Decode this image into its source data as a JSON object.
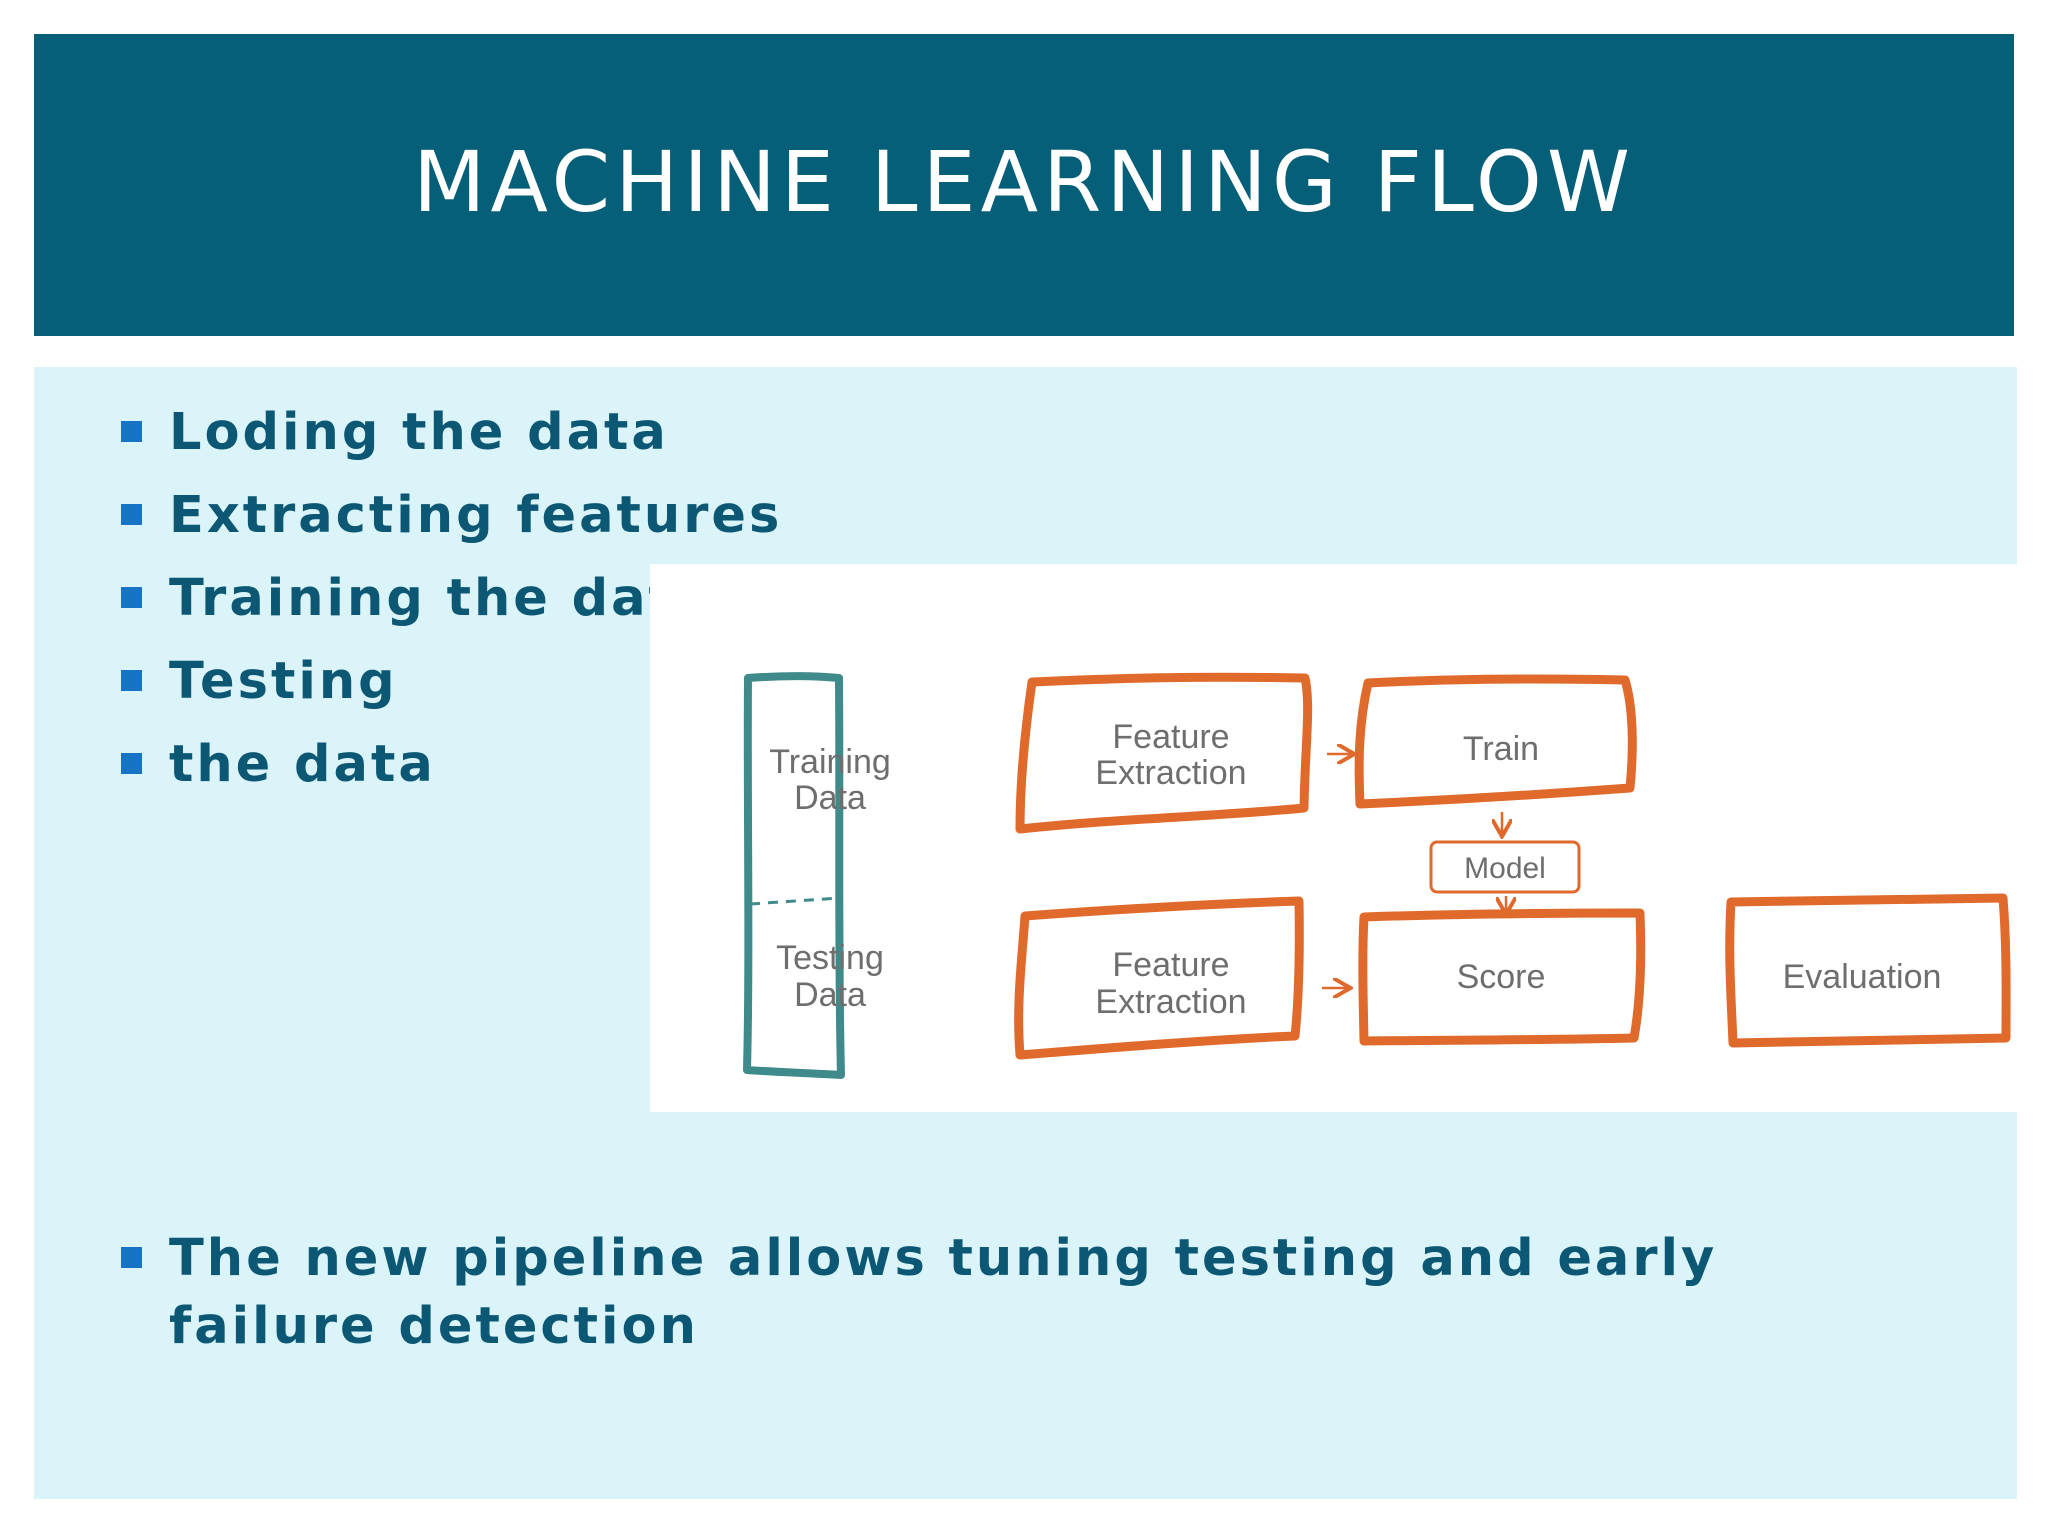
{
  "slide": {
    "title": "MACHINE LEARNING FLOW",
    "bullets": [
      "Loding the data",
      "Extracting features",
      "Training the data",
      "Testing",
      "the data"
    ],
    "bottom_bullet": "The new pipeline allows tuning testing and early failure detection"
  },
  "colors": {
    "title_bar": "#065f79",
    "panel": "#dbf4fa",
    "bullet_text": "#0b5774",
    "bullet_marker": "#1774c4",
    "data_box": "#3f8a8a",
    "process_box": "#e06a2c"
  },
  "diagram": {
    "data_box": {
      "training_line1": "Training",
      "training_line2": "Data",
      "testing_line1": "Testing",
      "testing_line2": "Data"
    },
    "feature_extraction_top": {
      "line1": "Feature",
      "line2": "Extraction"
    },
    "train": "Train",
    "model": "Model",
    "feature_extraction_bottom": {
      "line1": "Feature",
      "line2": "Extraction"
    },
    "score": "Score",
    "evaluation": "Evaluation"
  }
}
